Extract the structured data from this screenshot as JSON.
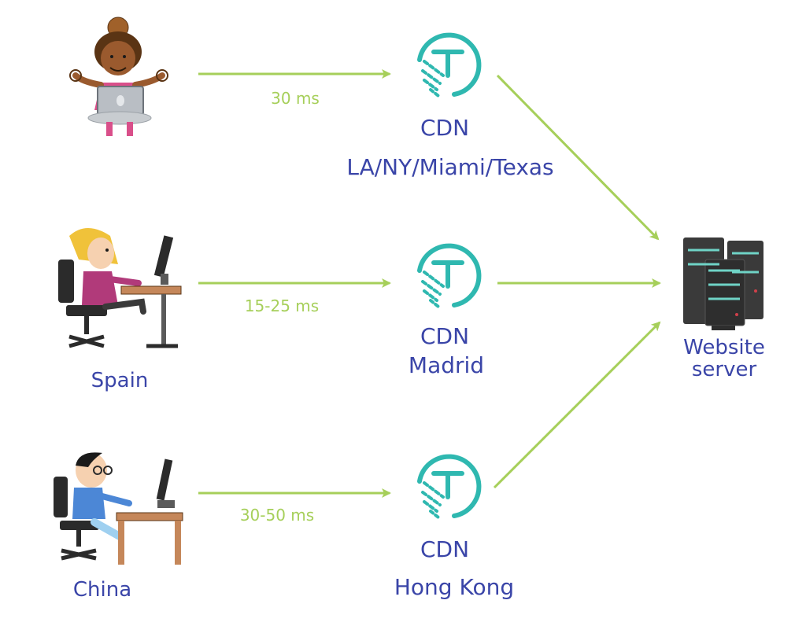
{
  "colors": {
    "arrow": "#a6cf5a",
    "label_text": "#3a45a8",
    "latency_text": "#a6cf5a",
    "cdn_logo": "#2fb8b0",
    "server_body": "#3a3a3a",
    "server_light": "#6fd3c6"
  },
  "users": [
    {
      "icon": "meditating-laptop-user-icon",
      "location": ""
    },
    {
      "icon": "desk-user-girl-icon",
      "location": "Spain"
    },
    {
      "icon": "desk-user-boy-icon",
      "location": "China"
    }
  ],
  "latencies": [
    "30 ms",
    "15-25 ms",
    "30-50 ms"
  ],
  "cdn_nodes": [
    {
      "title": "CDN",
      "location": "LA/NY/Miami/Texas"
    },
    {
      "title": "CDN",
      "location": "Madrid"
    },
    {
      "title": "CDN",
      "location": "Hong Kong"
    }
  ],
  "server": {
    "icon": "server-rack-icon",
    "label_line1": "Website",
    "label_line2": "server"
  }
}
